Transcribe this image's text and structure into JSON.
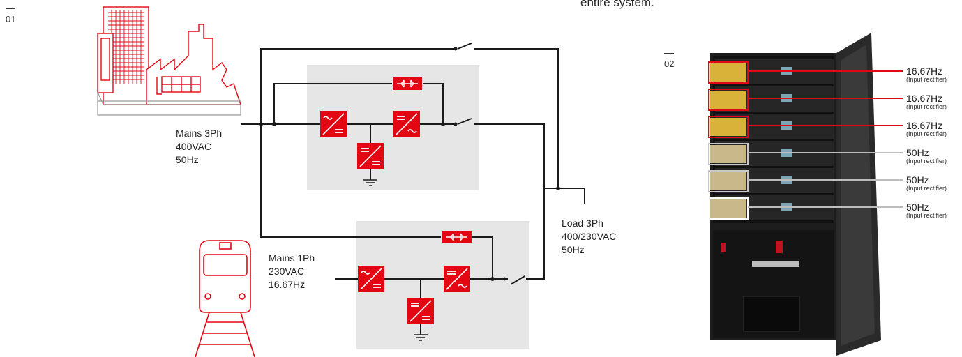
{
  "header_fragment": "entire system.",
  "figure1": {
    "label": "01",
    "mains_3ph": [
      "Mains 3Ph",
      "400VAC",
      "50Hz"
    ],
    "mains_1ph": [
      "Mains 1Ph",
      "230VAC",
      "16.67Hz"
    ],
    "load": [
      "Load 3Ph",
      "400/230VAC",
      "50Hz"
    ]
  },
  "figure2": {
    "label": "02",
    "modules": [
      {
        "freq": "16.67Hz",
        "note": "(Input rectifier)"
      },
      {
        "freq": "16.67Hz",
        "note": "(Input rectifier)"
      },
      {
        "freq": "16.67Hz",
        "note": "(Input rectifier)"
      },
      {
        "freq": "50Hz",
        "note": "(Input rectifier)"
      },
      {
        "freq": "50Hz",
        "note": "(Input rectifier)"
      },
      {
        "freq": "50Hz",
        "note": "(Input rectifier)"
      }
    ]
  },
  "colors": {
    "accent": "#e30613",
    "panel": "#e6e6e6",
    "line": "#1a1a1a",
    "white_line": "#c8c8c8"
  }
}
